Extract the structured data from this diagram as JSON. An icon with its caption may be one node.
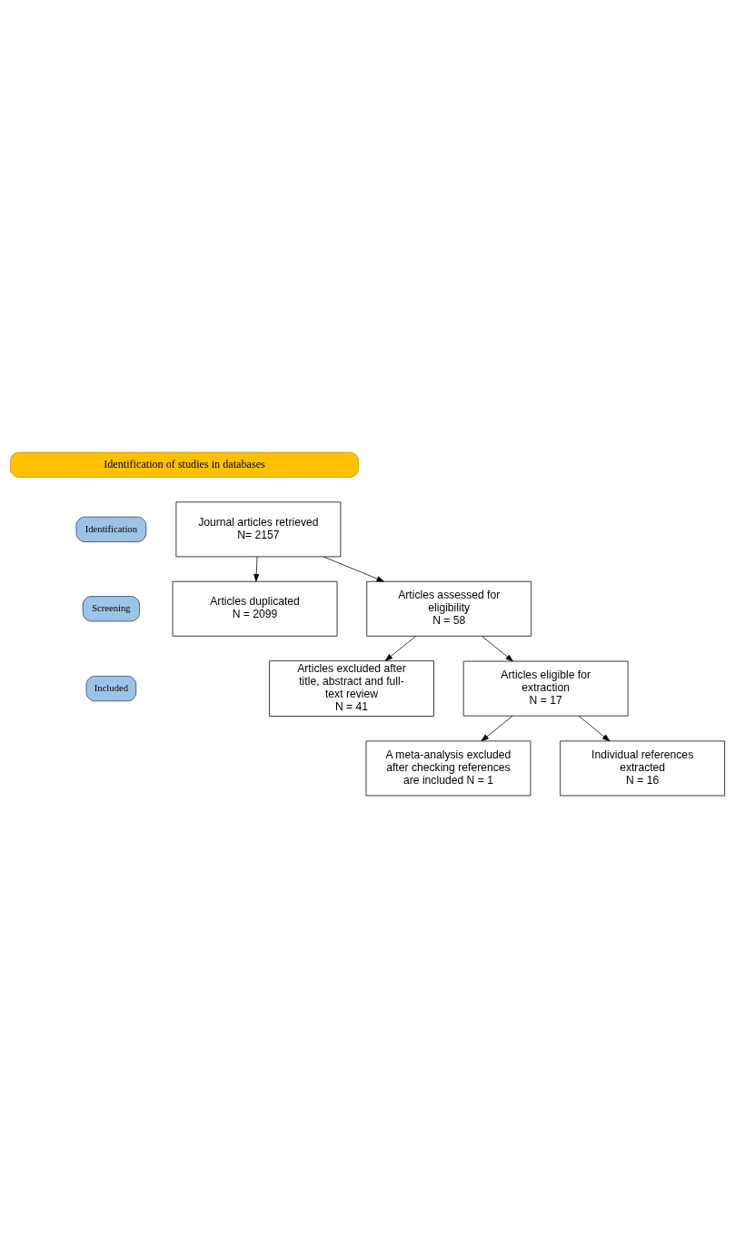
{
  "diagram": {
    "nodes": [
      {
        "text": [
          "Identification of studies in databases"
        ]
      },
      {
        "text": [
          "Identification"
        ]
      },
      {
        "text": [
          "Journal articles retrieved",
          "N= 2157"
        ]
      },
      {
        "text": [
          "Articles duplicated",
          "N = 2099"
        ]
      },
      {
        "text": [
          "Screening"
        ]
      },
      {
        "text": [
          "Articles assessed for eligibility",
          "N = 58"
        ]
      },
      {
        "text": [
          "Articles excluded after title, abstract and full-text review",
          "N = 41"
        ]
      },
      {
        "text": [
          "Included"
        ]
      },
      {
        "text": [
          "Articles eligible for extraction",
          "N = 17"
        ]
      },
      {
        "text": [
          "A meta-analysis excluded after checking references are included N = 1"
        ]
      },
      {
        "text": [
          "Individual references extracted",
          "N = 16"
        ]
      }
    ],
    "edges": [
      {
        "from": 2,
        "to": 3,
        "arrow": "to"
      },
      {
        "from": 2,
        "to": 5,
        "arrow": "to"
      },
      {
        "from": 5,
        "to": 6,
        "arrow": "to"
      },
      {
        "from": 5,
        "to": 8,
        "arrow": "to"
      },
      {
        "from": 8,
        "to": 9,
        "arrow": "to"
      },
      {
        "from": 8,
        "to": 10,
        "arrow": "to"
      }
    ]
  }
}
